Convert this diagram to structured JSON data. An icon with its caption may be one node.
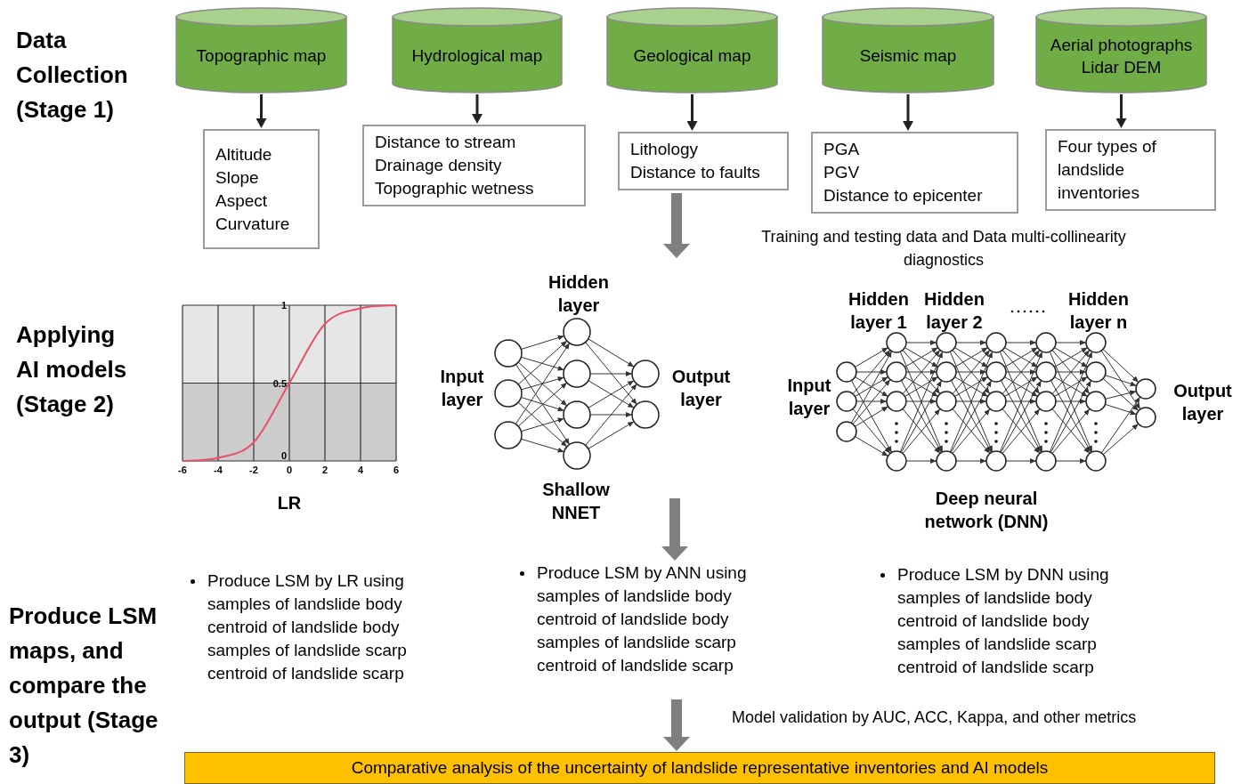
{
  "diagram": {
    "nodes": [
      {
        "text": [
          "Topographic map"
        ]
      },
      {
        "text": [
          "Altitude",
          "Slope",
          "Aspect",
          "Curvature"
        ]
      },
      {
        "text": [
          "Hydrological map"
        ]
      },
      {
        "text": [
          "Distance to stream",
          "Drainage density",
          "Topographic wetness"
        ]
      },
      {
        "text": [
          "Geological map"
        ]
      },
      {
        "text": [
          "Lithology",
          "Distance to faults"
        ]
      },
      {
        "text": [
          "Seismic map"
        ]
      },
      {
        "text": [
          "PGA",
          "PGV",
          "Distance to epicenter"
        ]
      },
      {
        "text": [
          "Aerial photographs",
          "Lidar DEM"
        ]
      },
      {
        "text": [
          "Four types of landslide inventories"
        ]
      },
      {
        "text": [
          "Produce LSM by LR using",
          "samples of landslide body",
          "centroid of landslide body",
          "samples of landslide scarp",
          "centroid of landslide scarp"
        ]
      },
      {
        "text": [
          "Produce LSM by ANN using",
          "samples of landslide body",
          "centroid of landslide body",
          "samples of landslide scarp",
          "centroid of landslide scarp"
        ]
      },
      {
        "text": [
          "Produce LSM by DNN using",
          "samples of landslide body",
          "centroid of landslide body",
          "samples of landslide scarp",
          "centroid of landslide scarp"
        ]
      },
      {
        "text": [
          "Comparative analysis of the uncertainty of landslide representative inventories and AI models"
        ]
      }
    ],
    "edges": [
      {
        "from": 0,
        "to": 1,
        "arrow": "to"
      },
      {
        "from": 2,
        "to": 3,
        "arrow": "to"
      },
      {
        "from": 4,
        "to": 5,
        "arrow": "to"
      },
      {
        "from": 6,
        "to": 7,
        "arrow": "to"
      },
      {
        "from": 8,
        "to": 9,
        "arrow": "to"
      },
      {
        "from": 5,
        "to": null,
        "arrow": "to",
        "style": "thick",
        "color": "#7f7f7f"
      },
      {
        "from": null,
        "to": 11,
        "arrow": "to",
        "style": "thick",
        "color": "#7f7f7f"
      },
      {
        "from": null,
        "to": 13,
        "arrow": "to",
        "style": "thick",
        "color": "#7f7f7f"
      }
    ],
    "labels": [
      "Data Collection (Stage 1)",
      "Training and testing data and Data multi-collinearity diagnostics",
      "Applying AI models (Stage 2)",
      "Hidden layer",
      "Input layer",
      "Output layer",
      "Shallow NNET",
      "Hidden layer 1",
      "Hidden layer 2",
      "Hidden layer n",
      "Input layer",
      "Output layer",
      "Deep neural network (DNN)",
      "Produce LSM maps, and compare the output (Stage 3)",
      "Model validation by AUC, ACC, Kappa, and other metrics"
    ],
    "chart_data": {
      "type": "line",
      "title": "LR",
      "x": [
        -6,
        -4,
        -2,
        0,
        2,
        4,
        6
      ],
      "series": [
        {
          "color": "#e8506a",
          "values": [
            0,
            0.02,
            0.12,
            0.5,
            0.88,
            0.98,
            1
          ]
        }
      ],
      "xlim": [
        -6,
        6
      ],
      "ylim": [
        0,
        1
      ],
      "xticks": [
        -6,
        -4,
        -2,
        0,
        2,
        4,
        6
      ],
      "yticks": [
        0,
        0.5,
        1
      ],
      "grid": true,
      "bands": [
        {
          "axis": "y",
          "from": 0.5,
          "to": 1,
          "color": "#e6e6e6"
        },
        {
          "axis": "y",
          "from": 0,
          "to": 0.5,
          "color": "#cccccc"
        }
      ]
    }
  }
}
